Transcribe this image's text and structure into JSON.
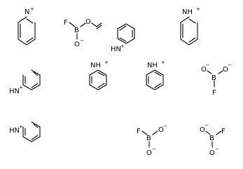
{
  "molecule_labels": {
    "pyridinium_n": "N",
    "pyridinium_nh": "HN",
    "pyridinium_nh_alt": "NH",
    "boron": "B",
    "oxygen": "O",
    "fluorine": "F",
    "plus": "+",
    "minus": "−"
  }
}
